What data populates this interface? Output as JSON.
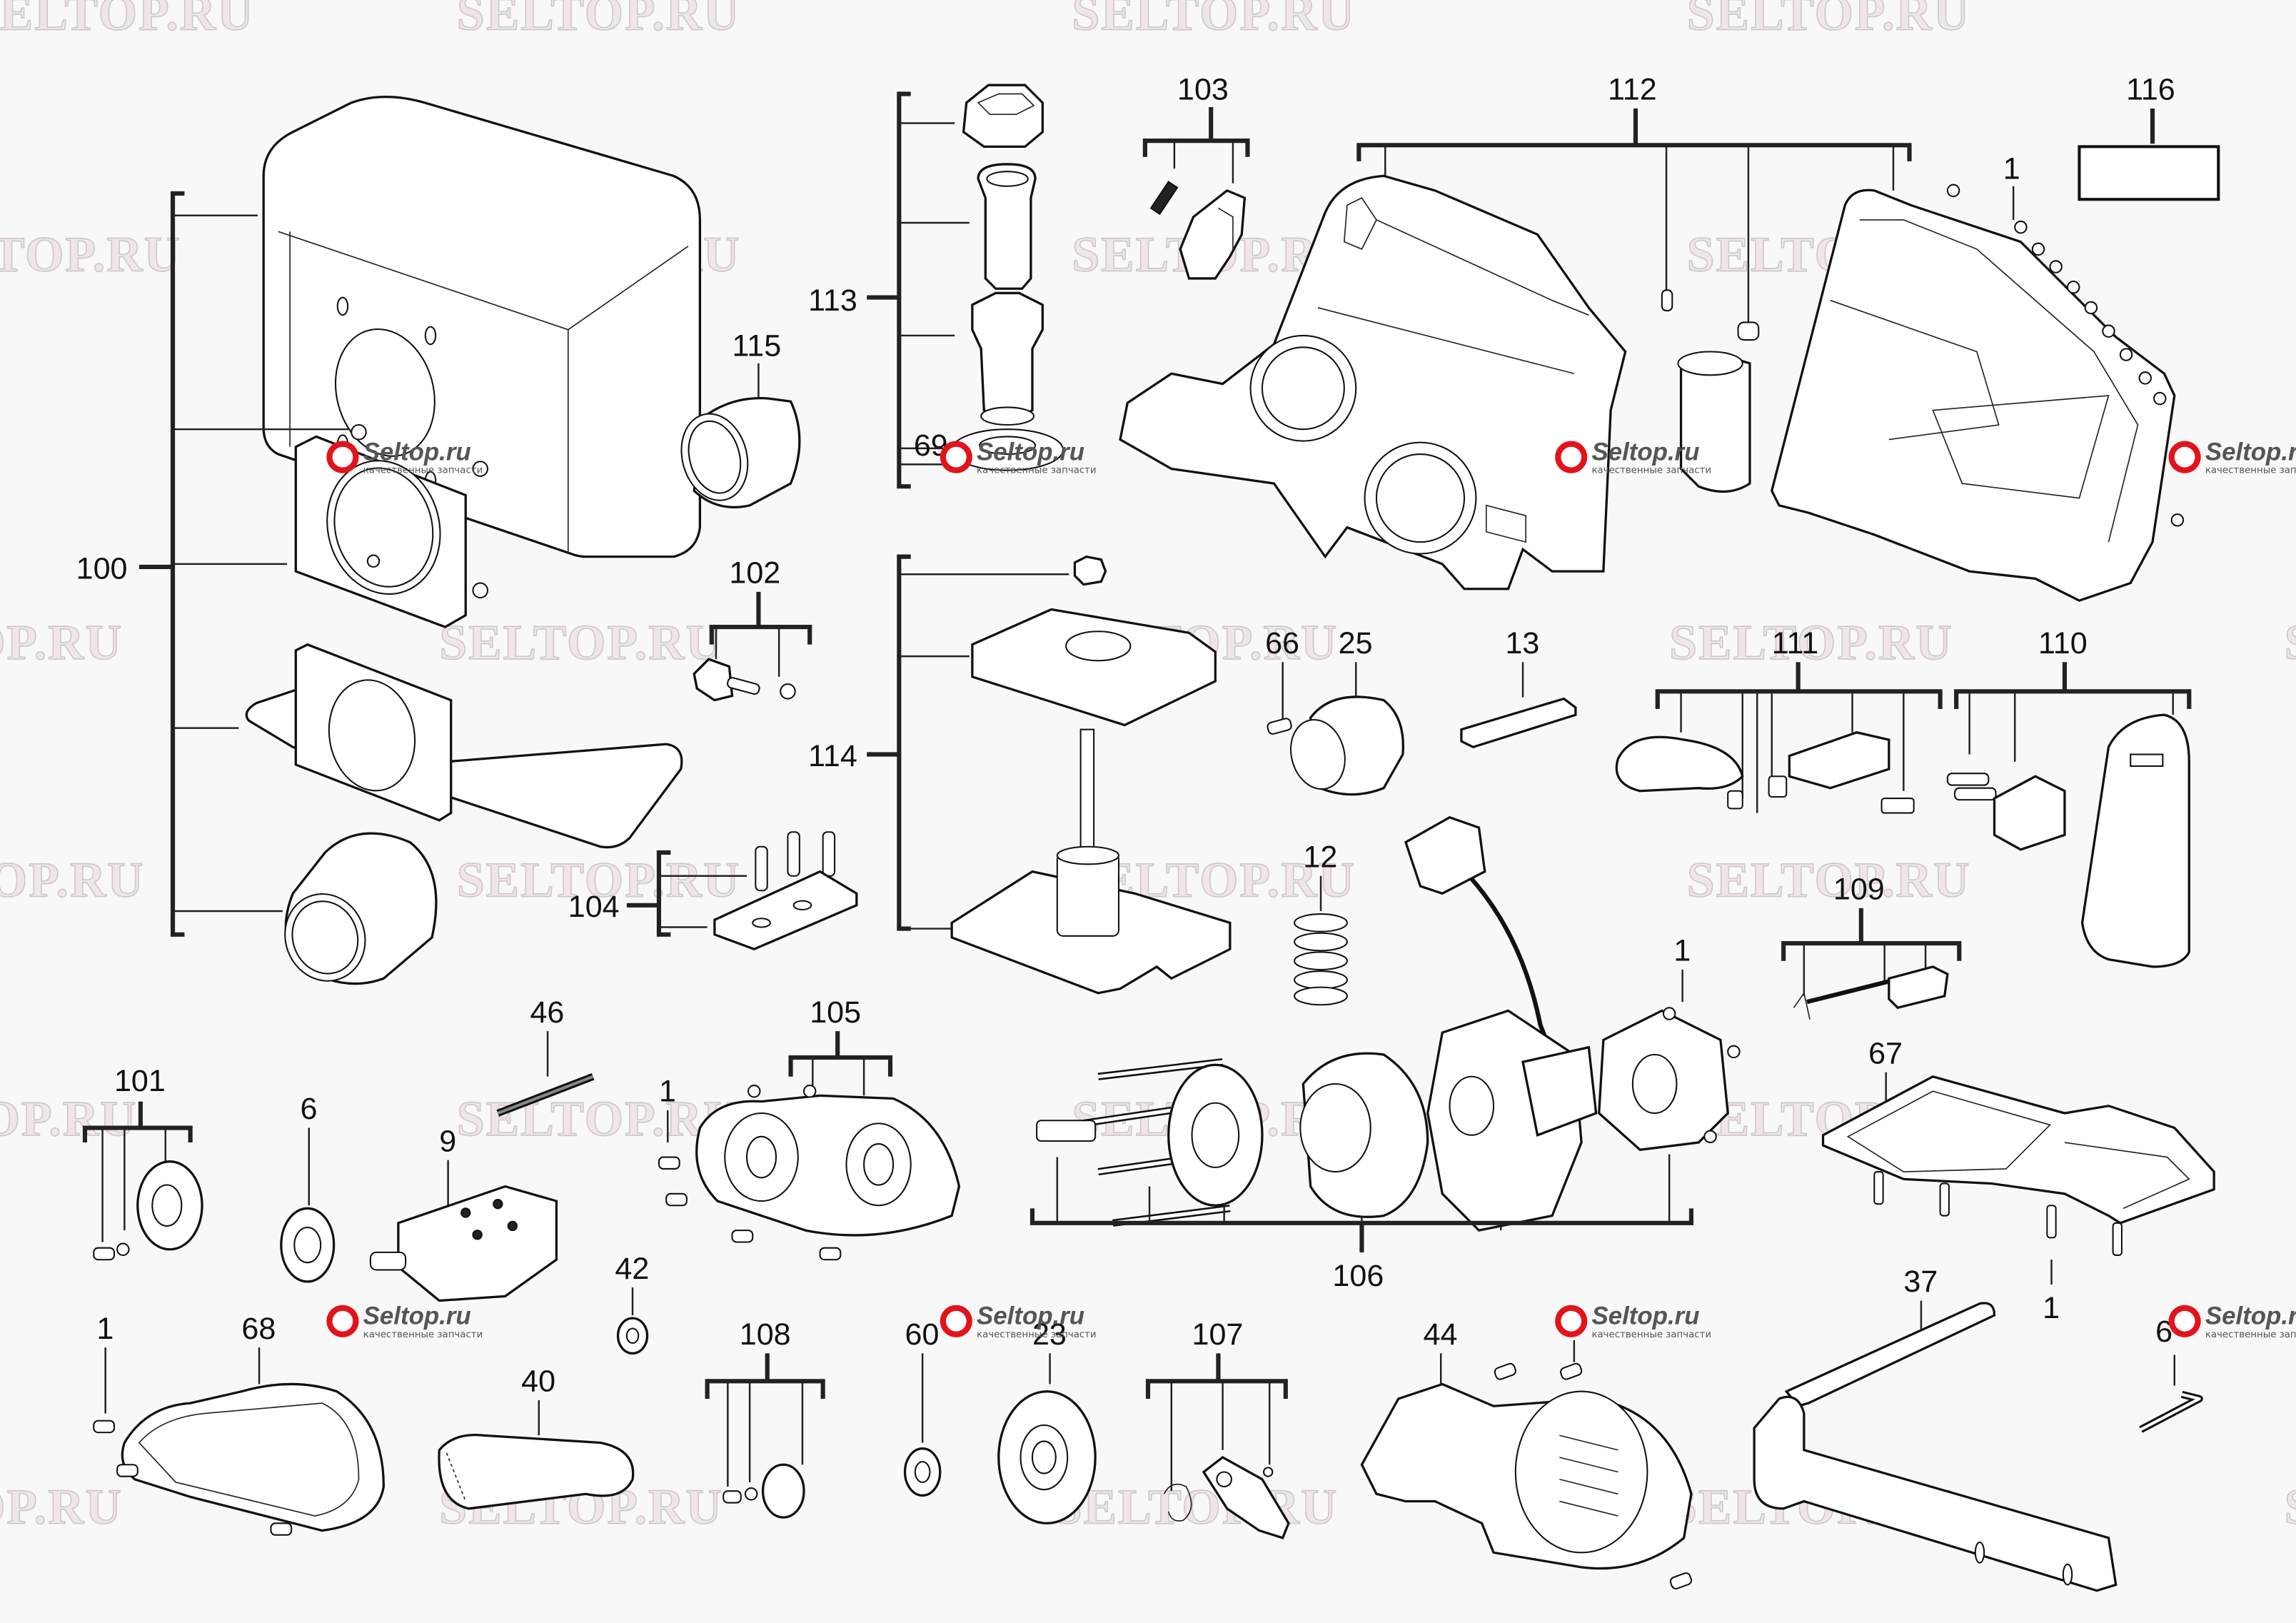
{
  "diagram": {
    "type": "exploded-parts-diagram",
    "background": "#f8f8f8",
    "watermark_text": "SELTOP.RU",
    "watermark_color": "#efe6e8",
    "logo": {
      "brand": "Seltop.ru",
      "tagline": "качественные запчасти",
      "accent_color": "#e3131b"
    },
    "labels": {
      "l100": "100",
      "l101": "101",
      "l102": "102",
      "l103": "103",
      "l104": "104",
      "l105": "105",
      "l106": "106",
      "l107": "107",
      "l108": "108",
      "l109": "109",
      "l110": "110",
      "l111": "111",
      "l112": "112",
      "l113": "113",
      "l114": "114",
      "l115": "115",
      "l116": "116",
      "l1_top": "1",
      "l1_motor": "1",
      "l1_105": "1",
      "l1_68": "1",
      "l1_67": "1",
      "l1_44": "1",
      "l6": "6",
      "l9": "9",
      "l12": "12",
      "l13": "13",
      "l23": "23",
      "l25": "25",
      "l37": "37",
      "l40": "40",
      "l42": "42",
      "l44": "44",
      "l46": "46",
      "l60": "60",
      "l66": "66",
      "l67": "67",
      "l68": "68",
      "l69": "69",
      "l6x": "6"
    }
  }
}
